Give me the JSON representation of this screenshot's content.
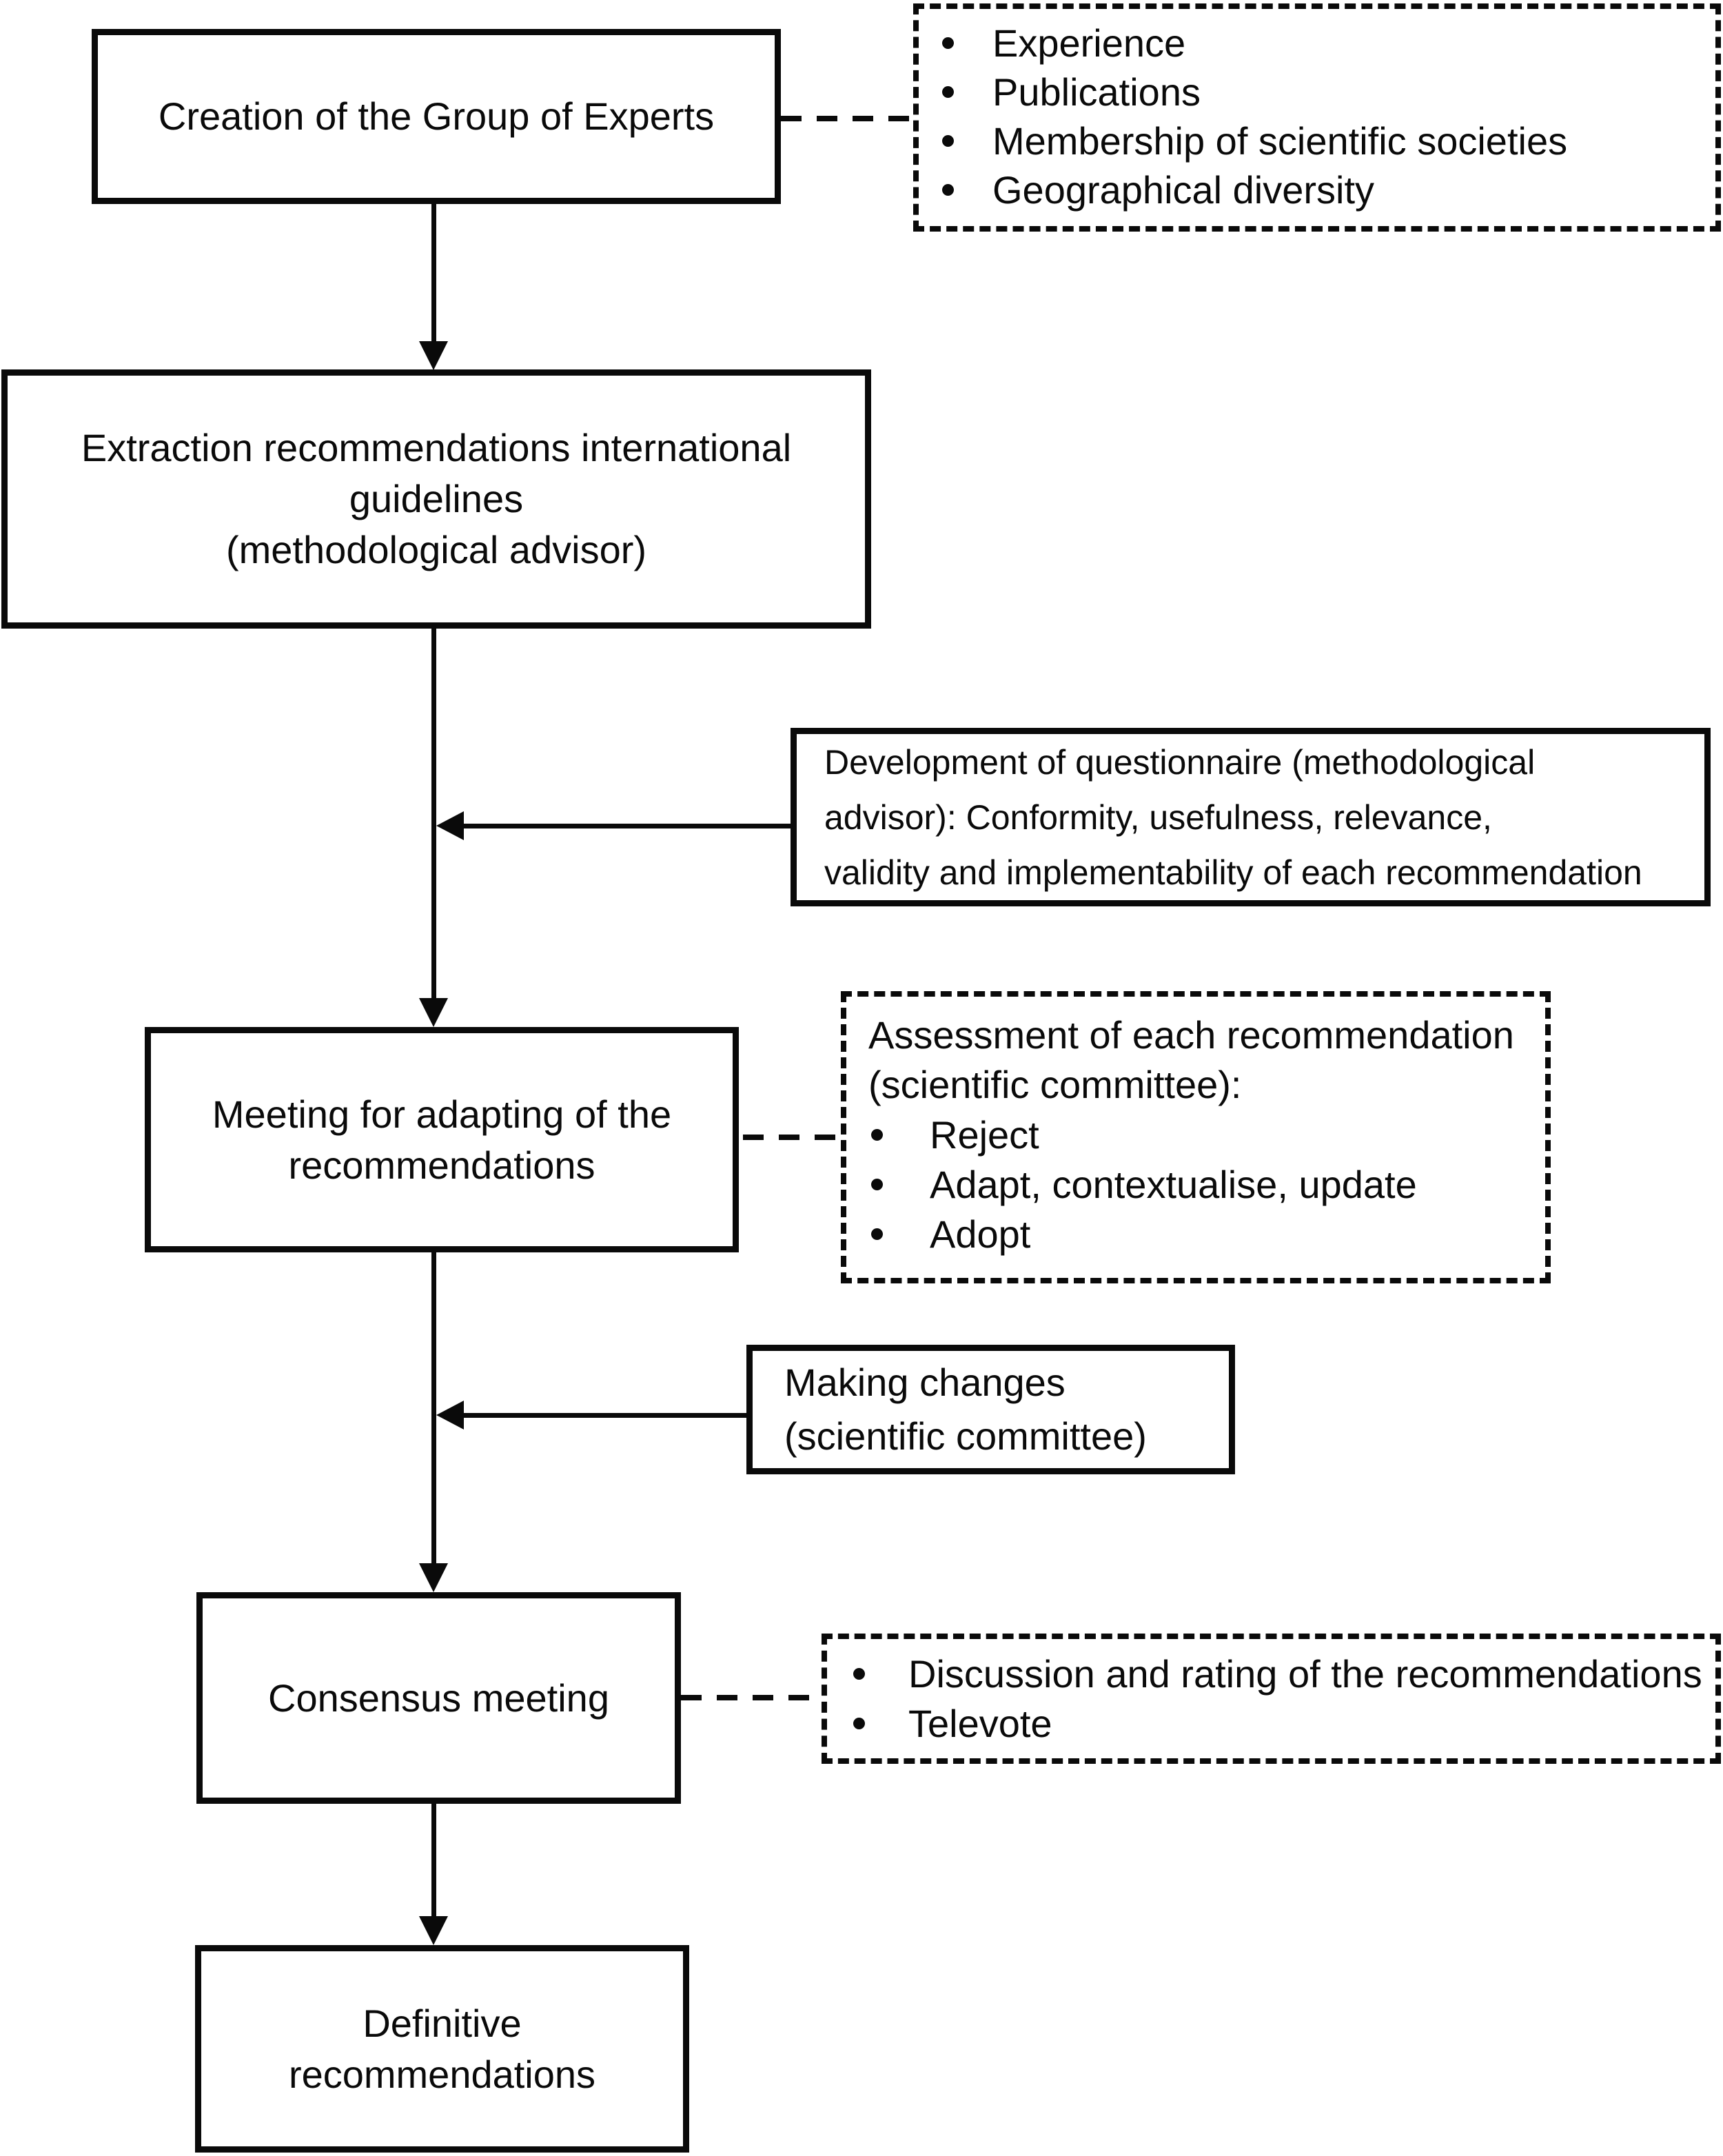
{
  "figure": {
    "type": "flowchart",
    "colors": {
      "line": "#0a0a0a",
      "background": "#ffffff",
      "text": "#0a0a0a"
    },
    "main_flow": [
      {
        "id": "creation",
        "lines": [
          "Creation of the Group of Experts"
        ]
      },
      {
        "id": "extraction",
        "lines": [
          "Extraction recommendations international",
          "guidelines",
          "(methodological advisor)"
        ]
      },
      {
        "id": "meeting",
        "lines": [
          "Meeting for adapting of the",
          "recommendations"
        ]
      },
      {
        "id": "consensus",
        "lines": [
          "Consensus meeting"
        ]
      },
      {
        "id": "definitive",
        "lines": [
          "Definitive",
          "recommendations"
        ]
      }
    ],
    "side_boxes": [
      {
        "id": "development",
        "style": "solid",
        "lines": [
          "Development of questionnaire (methodological",
          "advisor): Conformity, usefulness, relevance,",
          "validity and implementability of each recommendation"
        ]
      },
      {
        "id": "making-changes",
        "style": "solid",
        "lines": [
          "Making changes",
          "(scientific committee)"
        ]
      }
    ],
    "dashed_boxes": [
      {
        "id": "expert-criteria",
        "style": "dashed",
        "items": [
          "Experience",
          "Publications",
          "Membership of scientific societies",
          "Geographical diversity"
        ]
      },
      {
        "id": "assessment",
        "style": "dashed",
        "title_lines": [
          "Assessment of each recommendation",
          "(scientific committee):"
        ],
        "items": [
          "Reject",
          "Adapt, contextualise, update",
          "Adopt"
        ]
      },
      {
        "id": "consensus-activities",
        "style": "dashed",
        "items": [
          "Discussion and rating of the recommendations",
          "Televote"
        ]
      }
    ]
  }
}
